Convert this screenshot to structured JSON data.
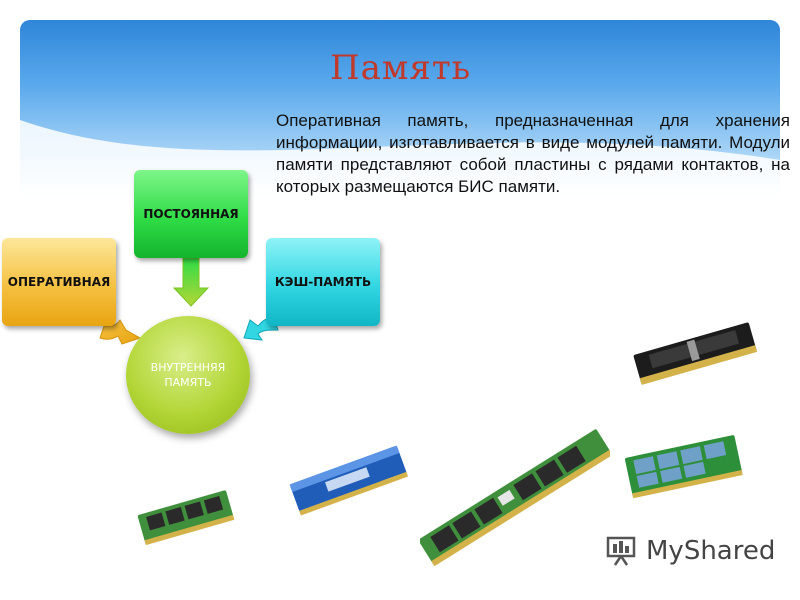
{
  "slide": {
    "title": "Память",
    "description": "Оперативная память, предназначенная для хранения информации, изготавливается в виде модулей памяти. Модули памяти представляют собой пластины с рядами контактов, на которых размещаются БИС памяти."
  },
  "diagram": {
    "center": "ВНУТРЕННЯЯ ПАМЯТЬ",
    "boxes": {
      "operative": "ОПЕРАТИВНАЯ",
      "permanent": "ПОСТОЯННАЯ",
      "cache": "КЭШ-ПАМЯТЬ"
    }
  },
  "watermark": {
    "text": "MyShared",
    "icon": "presentation-board-icon"
  },
  "colors": {
    "title": "#c0392b",
    "operative": "#f5c141",
    "permanent": "#2fdc46",
    "cache": "#31d6e2",
    "center": "#b3d637",
    "header": "#2f86d8"
  }
}
